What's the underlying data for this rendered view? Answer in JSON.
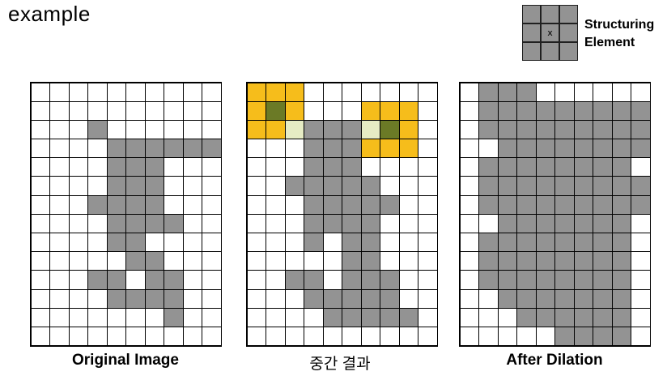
{
  "title": "example",
  "structuring_element": {
    "label_line1": "Structuring",
    "label_line2": "Element",
    "center_mark": "x",
    "pattern": [
      "ggg",
      "ggg",
      "ggg"
    ]
  },
  "panels": [
    {
      "caption": "Original Image",
      "rows": [
        "wwwwwwwwww",
        "wwwwwwwwww",
        "wwwgwwwwww",
        "wwwwggggggw",
        "wwwwgggwww",
        "wwwwgggwww",
        "wwwggggwww",
        "wwwwggggww",
        "wwwwggwwww",
        "wwwwwggwww",
        "wwwggwggww",
        "wwwwggggww",
        "wwwwwwwgww",
        "wwwwwwwwww"
      ]
    },
    {
      "caption": "중간 결과",
      "rows": [
        "yyywwwwwww",
        "ydywwwyyyw",
        "yylgggldyw",
        "wwwgggyyyw",
        "wwwgggwwww",
        "wwgggggwww",
        "wwwgggggww",
        "wwwggggwww",
        "wwwgwggwww",
        "wwwwwggwww",
        "wwggwgggww",
        "wwwgggggww",
        "wwwwgggggw",
        "wwwwwwwwww"
      ]
    },
    {
      "caption": "After Dilation",
      "rows": [
        "wgggwwwwww",
        "wggggggggg",
        "wggggggggg",
        "wwgggggggg",
        "wggggggggw",
        "wgggggggggw",
        "wgggggggggw",
        "wwgggggggw",
        "wggggggggw",
        "wggggggggw",
        "wggggggggw",
        "wwgggggggw",
        "wwwggggggw",
        "wwwwwggggw"
      ]
    }
  ]
}
